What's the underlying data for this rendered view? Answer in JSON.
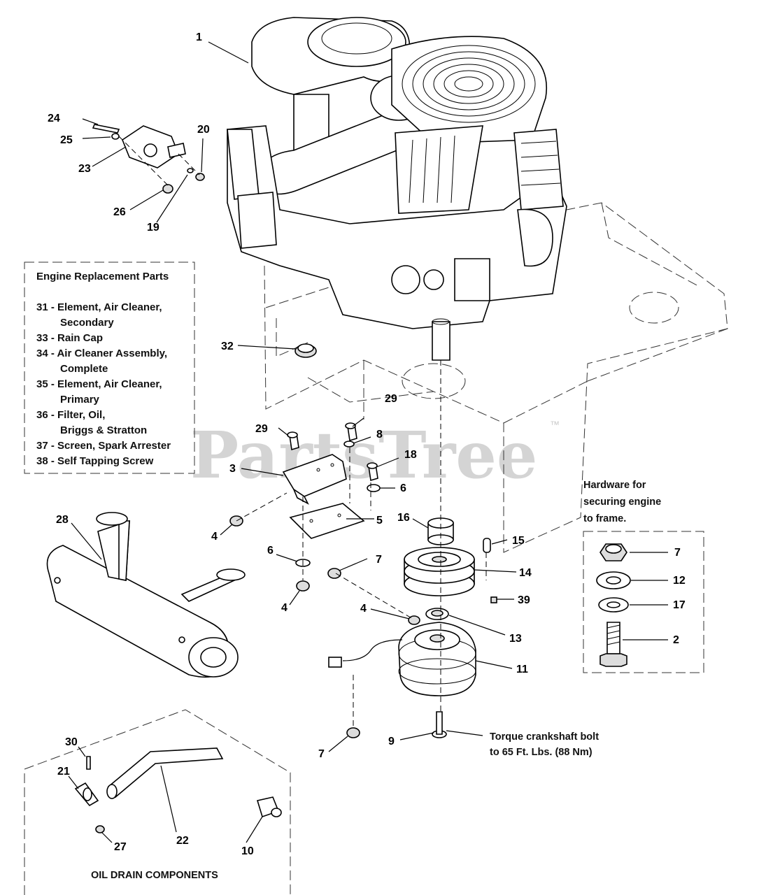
{
  "watermark": {
    "text": "PartsTree",
    "tm": "™"
  },
  "engine_parts_box": {
    "title": "Engine Replacement Parts",
    "lines": [
      "31 - Element, Air Cleaner,",
      "Secondary",
      "33 - Rain Cap",
      "34 - Air Cleaner Assembly,",
      "Complete",
      "35 - Element, Air Cleaner,",
      "Primary",
      "36 - Filter, Oil,",
      "Briggs & Stratton",
      "37 - Screen, Spark Arrester",
      "38 - Self Tapping Screw"
    ]
  },
  "hardware_note": {
    "lines": [
      "Hardware for",
      "securing engine",
      "to frame."
    ]
  },
  "torque_note": {
    "lines": [
      "Torque crankshaft bolt",
      "to 65 Ft. Lbs. (88 Nm)"
    ]
  },
  "oil_drain_title": "OIL DRAIN COMPONENTS",
  "callouts": {
    "c1": "1",
    "c24": "24",
    "c25": "25",
    "c23": "23",
    "c20": "20",
    "c26": "26",
    "c19": "19",
    "c32": "32",
    "c29a": "29",
    "c29b": "29",
    "c8": "8",
    "c3": "3",
    "c18": "18",
    "c6a": "6",
    "c5": "5",
    "c4a": "4",
    "c6b": "6",
    "c7a": "7",
    "c4b": "4",
    "c16": "16",
    "c15": "15",
    "c14": "14",
    "c39": "39",
    "c13": "13",
    "c4c": "4",
    "c11": "11",
    "c9": "9",
    "c7b": "7",
    "c28": "28",
    "c30": "30",
    "c21": "21",
    "c22": "22",
    "c27": "27",
    "c10": "10",
    "c7c": "7",
    "c12": "12",
    "c17": "17",
    "c2": "2"
  }
}
